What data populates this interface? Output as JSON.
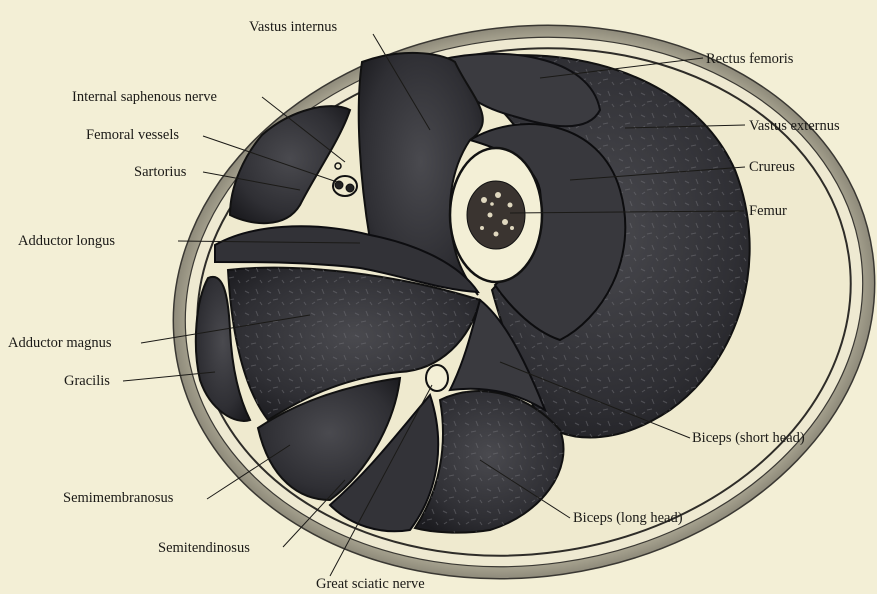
{
  "labels": {
    "vastus_internus": "Vastus internus",
    "rectus_femoris": "Rectus femoris",
    "internal_saphenous_nerve": "Internal saphenous nerve",
    "vastus_externus": "Vastus externus",
    "femoral_vessels": "Femoral vessels",
    "crureus": "Crureus",
    "sartorius": "Sartorius",
    "femur": "Femur",
    "adductor_longus": "Adductor longus",
    "adductor_magnus": "Adductor magnus",
    "gracilis": "Gracilis",
    "biceps_short_head": "Biceps (short head)",
    "semimembranosus": "Semimembranosus",
    "biceps_long_head": "Biceps (long head)",
    "semitendinosus": "Semitendinosus",
    "great_sciatic_nerve": "Great sciatic nerve"
  },
  "colors": {
    "background": "#f3efd6",
    "muscle": "#2b2b2f",
    "fascia": "#ece7cf",
    "bone": "#f3efd6",
    "marrow": "#2a2623"
  }
}
